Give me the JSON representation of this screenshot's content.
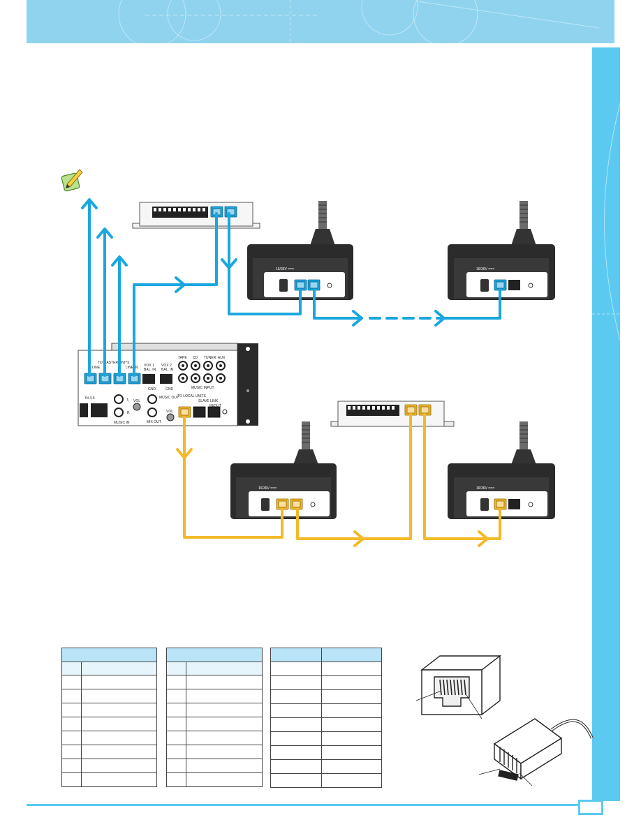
{
  "colors": {
    "header": "#8fd3ef",
    "sidebar": "#5ccaf0",
    "master_bus": "#1aa7e0",
    "local_bus": "#f4b928",
    "device_body": "#2b2b2b",
    "table_header": "#b9e3f6"
  },
  "icons": [
    "note-icon"
  ],
  "amplifier": {
    "group_master": "TO MASTER UNITS",
    "line_left": "LINE",
    "line_right": "LINE IN",
    "vox1": "VOX 1",
    "vox2": "VOX 2",
    "bal_in": "BAL. IN",
    "gnd": "GND",
    "tape": "TAPE",
    "cd": "CD",
    "tuner": "TUNER",
    "aux": "AUX",
    "music_input": "MUSIC INPUT",
    "music_in": "MUSIC IN",
    "music_out": "MUSIC OUT",
    "mix_out": "MIX OUT",
    "vol": "VOL",
    "l": "L",
    "r": "R",
    "to_local_units": "TO LOCAL UNITS",
    "slave_link": "SLAVE LINK",
    "in_out": "IN/OUT",
    "in_4_6": "IN 4-6"
  },
  "microphone": {
    "power_label": "16/36V ==="
  }
}
